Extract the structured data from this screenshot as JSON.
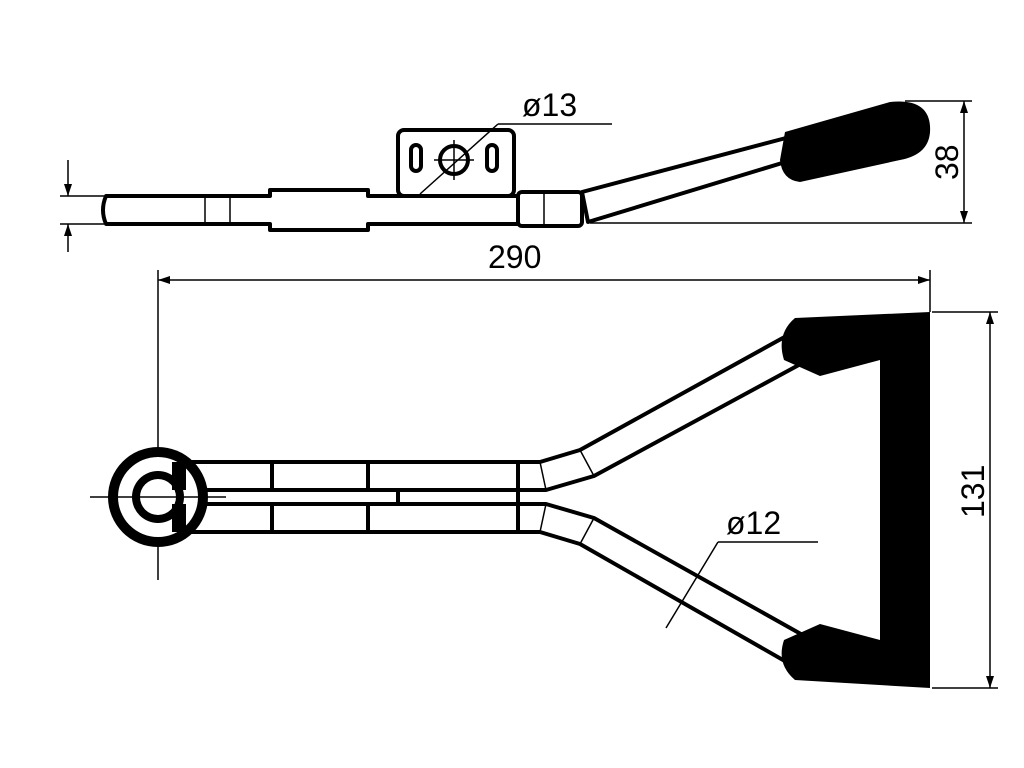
{
  "dimensions": {
    "hole_diameter_top": "ø13",
    "handle_height": "38",
    "overall_length": "290",
    "overall_width": "131",
    "rod_diameter": "ø12"
  }
}
